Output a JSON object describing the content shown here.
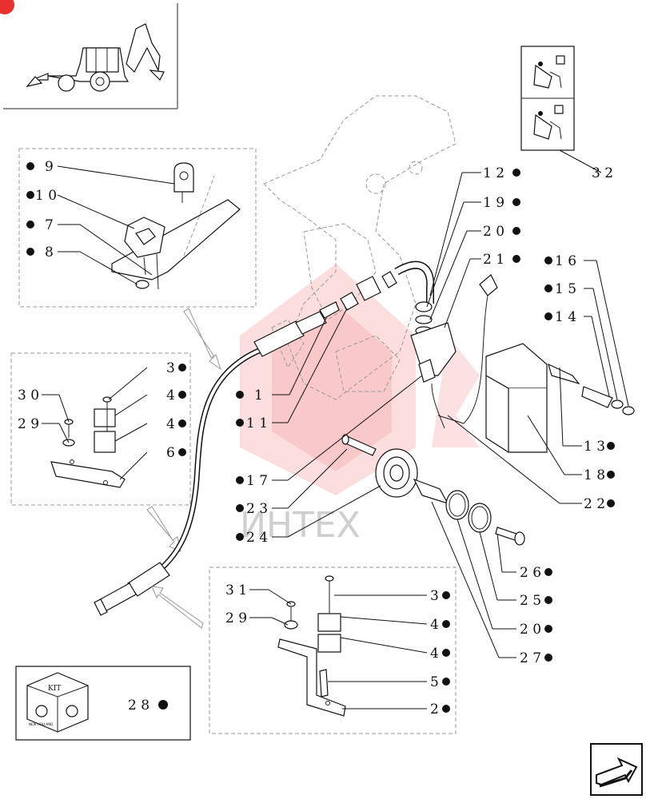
{
  "watermark": "ИНТЕХ",
  "kit_label": "KIT",
  "kit_brand": "NEW HOLLAND",
  "callouts": {
    "c9": "9",
    "c10": "1 0",
    "c7": "7",
    "c8": "8",
    "c3a": "3",
    "c30": "3 0",
    "c4a": "4",
    "c29a": "2 9",
    "c4b": "4",
    "c6": "6",
    "c1": "1",
    "c11": "1 1",
    "c17": "1 7",
    "c23": "2 3",
    "c24": "2 4",
    "c12": "1 2",
    "c19": "1 9",
    "c20a": "2 0",
    "c21": "2 1",
    "c16": "1 6",
    "c15": "1 5",
    "c14": "1 4",
    "c32": "3 2",
    "c13": "1 3",
    "c18": "1 8",
    "c22": "2 2",
    "c31": "3 1",
    "c29b": "2 9",
    "c3b": "3",
    "c4c": "4",
    "c4d": "4",
    "c5": "5",
    "c2": "2",
    "c26": "2 6",
    "c25": "2 5",
    "c20b": "2 0",
    "c27": "2 7",
    "c28": "2 8"
  },
  "icons": {
    "machine": "backhoe-loader-icon",
    "lock_top": "bucket-lock-icon",
    "lock_bottom": "bucket-unlock-icon",
    "kit": "kit-box-icon",
    "next": "next-page-arrow-icon"
  },
  "colors": {
    "watermark_red": "#e8302f",
    "line": "#111111",
    "dashed": "#999999"
  }
}
